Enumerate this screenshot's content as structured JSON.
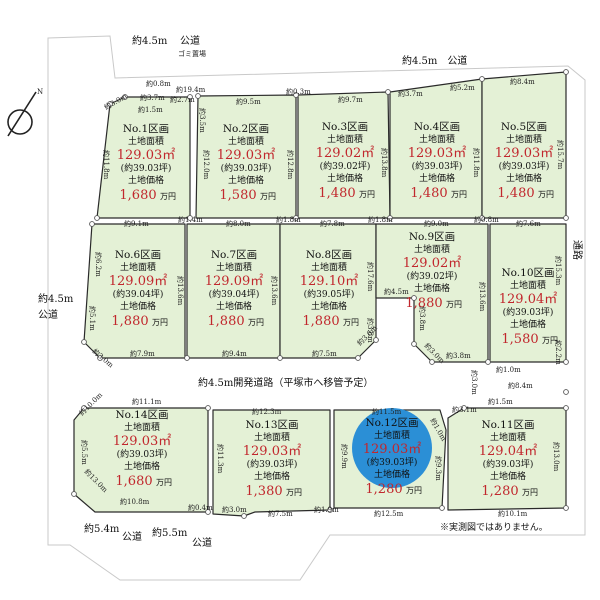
{
  "lots": [
    {
      "id": "1",
      "name": "No.1区画",
      "area_label": "土地面積",
      "area": "129.03㎡",
      "tsubo": "(約39.03坪)",
      "price_label": "土地価格",
      "price": "1,680",
      "unit": "万円",
      "highlight": false
    },
    {
      "id": "2",
      "name": "No.2区画",
      "area_label": "土地面積",
      "area": "129.03㎡",
      "tsubo": "(約39.03坪)",
      "price_label": "土地価格",
      "price": "1,580",
      "unit": "万円",
      "highlight": false
    },
    {
      "id": "3",
      "name": "No.3区画",
      "area_label": "土地面積",
      "area": "129.02㎡",
      "tsubo": "(約39.02坪)",
      "price_label": "土地価格",
      "price": "1,480",
      "unit": "万円",
      "highlight": false
    },
    {
      "id": "4",
      "name": "No.4区画",
      "area_label": "土地面積",
      "area": "129.03㎡",
      "tsubo": "(約39.03坪)",
      "price_label": "土地価格",
      "price": "1,480",
      "unit": "万円",
      "highlight": false
    },
    {
      "id": "5",
      "name": "No.5区画",
      "area_label": "土地面積",
      "area": "129.03㎡",
      "tsubo": "(約39.03坪)",
      "price_label": "土地価格",
      "price": "1,480",
      "unit": "万円",
      "highlight": false
    },
    {
      "id": "6",
      "name": "No.6区画",
      "area_label": "土地面積",
      "area": "129.09㎡",
      "tsubo": "(約39.04坪)",
      "price_label": "土地価格",
      "price": "1,880",
      "unit": "万円",
      "highlight": false
    },
    {
      "id": "7",
      "name": "No.7区画",
      "area_label": "土地面積",
      "area": "129.09㎡",
      "tsubo": "(約39.04坪)",
      "price_label": "土地価格",
      "price": "1,880",
      "unit": "万円",
      "highlight": false
    },
    {
      "id": "8",
      "name": "No.8区画",
      "area_label": "土地面積",
      "area": "129.10㎡",
      "tsubo": "(約39.05坪)",
      "price_label": "土地価格",
      "price": "1,880",
      "unit": "万円",
      "highlight": false
    },
    {
      "id": "9",
      "name": "No.9区画",
      "area_label": "土地面積",
      "area": "129.02㎡",
      "tsubo": "(約39.02坪)",
      "price_label": "土地価格",
      "price": "1,880",
      "unit": "万円",
      "highlight": false
    },
    {
      "id": "10",
      "name": "No.10区画",
      "area_label": "土地面積",
      "area": "129.04㎡",
      "tsubo": "(約39.03坪)",
      "price_label": "土地価格",
      "price": "1,580",
      "unit": "万円",
      "highlight": false
    },
    {
      "id": "11",
      "name": "No.11区画",
      "area_label": "土地面積",
      "area": "129.04㎡",
      "tsubo": "(約39.03坪)",
      "price_label": "土地価格",
      "price": "1,280",
      "unit": "万円",
      "highlight": false
    },
    {
      "id": "12",
      "name": "No.12区画",
      "area_label": "土地面積",
      "area": "129.03㎡",
      "tsubo": "(約39.03坪)",
      "price_label": "土地価格",
      "price": "1,280",
      "unit": "万円",
      "highlight": true
    },
    {
      "id": "13",
      "name": "No.13区画",
      "area_label": "土地面積",
      "area": "129.03㎡",
      "tsubo": "(約39.03坪)",
      "price_label": "土地価格",
      "price": "1,380",
      "unit": "万円",
      "highlight": false
    },
    {
      "id": "14",
      "name": "No.14区画",
      "area_label": "土地面積",
      "area": "129.03㎡",
      "tsubo": "(約39.03坪)",
      "price_label": "土地価格",
      "price": "1,680",
      "unit": "万円",
      "highlight": false
    }
  ],
  "roads": {
    "top_left_width": "約4.5m",
    "top_left_type": "公道",
    "garbage": "ゴミ置場",
    "top_right": "約4.5m　公道",
    "left_width": "約4.5m",
    "left_type": "公道",
    "center": "約4.5m開発道路（平塚市へ移管予定）",
    "bottom_a": "約5.4m",
    "bottom_a_type": "公道",
    "bottom_b": "約5.5m",
    "bottom_b_type": "公道",
    "right_type": "通路"
  },
  "dims": {
    "d01": "約0.8m",
    "d02": "約19.4m",
    "d03": "約3.7m",
    "d04": "約3.0m",
    "d05": "約1.5m",
    "d06": "約2.7m",
    "d07": "約3.5m",
    "d08": "約9.5m",
    "d09": "約0.3m",
    "d10": "約9.7m",
    "d11": "約3.7m",
    "d12": "約5.2m",
    "d13": "約8.4m",
    "d14": "約11.8m",
    "d15": "約12.0m",
    "d16": "約12.8m",
    "d17": "約13.8m",
    "d18": "約11.8m",
    "d19": "約15.7m",
    "d20": "約9.1m",
    "d21": "約1.4m",
    "d22": "約8.0m",
    "d23": "約1.8m",
    "d24": "約7.8m",
    "d25": "約1.8m",
    "d26": "約9.0m",
    "d27": "約0.8m",
    "d28": "約7.6m",
    "d29": "約6.2m",
    "d30": "約5.1m",
    "d31": "約13.6m",
    "d32": "約13.6m",
    "d33": "約17.6m",
    "d34": "約4.5m",
    "d35": "約3.8m",
    "d36": "約13.6m",
    "d37": "約15.3m",
    "d38": "約3.0m",
    "d39": "約7.9m",
    "d40": "約9.4m",
    "d41": "約3.0m",
    "d42": "約7.5m",
    "d43": "約3.8m",
    "d44": "約3.0m",
    "d45": "約3.8m",
    "d46": "約2.2m",
    "d47": "約1.0m",
    "d48": "約3.0m",
    "d49": "約1.5m",
    "d50": "約8.4m",
    "d51": "約11.1m",
    "d52": "約12.3m",
    "d53": "約11.5m",
    "d54": "約3.1m",
    "d55": "約1.0m",
    "d56": "約10.0m",
    "d57": "約5.5m",
    "d58": "約13.0m",
    "d59": "約11.3m",
    "d60": "約9.9m",
    "d61": "約9.3m",
    "d62": "約13.0m",
    "d63": "約10.8m",
    "d64": "約0.4m",
    "d65": "約3.0m",
    "d66": "約7.5m",
    "d67": "約1.9m",
    "d68": "約12.5m",
    "d69": "約10.1m"
  },
  "compass_label": "N",
  "note": "※実測図ではありません。"
}
